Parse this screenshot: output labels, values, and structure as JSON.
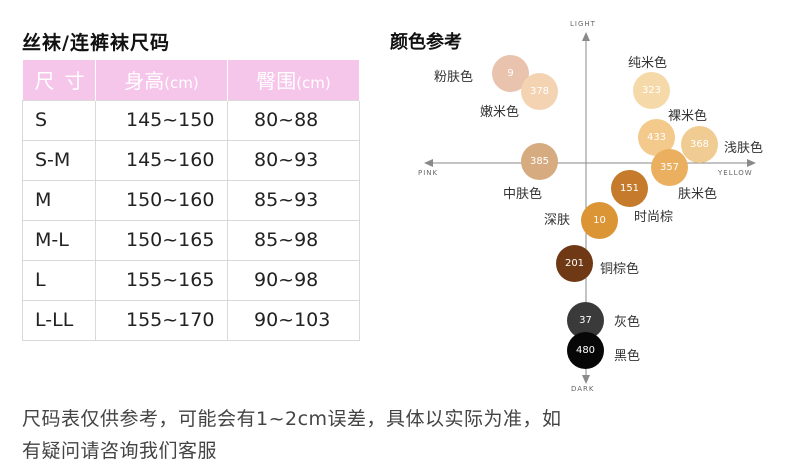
{
  "size_chart": {
    "title": "丝袜/连裤袜尺码",
    "headers": {
      "size": "尺寸",
      "height": "身高",
      "height_unit": "(cm)",
      "hip": "臀围",
      "hip_unit": "(cm)"
    },
    "rows": [
      {
        "size": "S",
        "height": "145~150",
        "hip": "80~88"
      },
      {
        "size": "S-M",
        "height": "145~160",
        "hip": "80~93"
      },
      {
        "size": "M",
        "height": "150~160",
        "hip": "85~93"
      },
      {
        "size": "M-L",
        "height": "150~165",
        "hip": "85~98"
      },
      {
        "size": "L",
        "height": "155~165",
        "hip": "90~98"
      },
      {
        "size": "L-LL",
        "height": "155~170",
        "hip": "90~103"
      }
    ],
    "header_color": "#f5c5ea"
  },
  "color_chart": {
    "title": "颜色参考",
    "axes": {
      "top": "LIGHT",
      "bottom": "DARK",
      "left": "PINK",
      "right": "YELLOW"
    },
    "shades": [
      {
        "code": "9",
        "name": "粉肤色",
        "color": "#e9c3ad"
      },
      {
        "code": "378",
        "name": "嫩米色",
        "color": "#f3d3b2"
      },
      {
        "code": "323",
        "name": "纯米色",
        "color": "#f6d9a9"
      },
      {
        "code": "433",
        "name": "裸米色",
        "color": "#f4c98c"
      },
      {
        "code": "368",
        "name": "浅肤色",
        "color": "#f1cc92"
      },
      {
        "code": "385",
        "name": "中肤色",
        "color": "#d6ab7f"
      },
      {
        "code": "357",
        "name": "肤米色",
        "color": "#eab060"
      },
      {
        "code": "151",
        "name": "时尚棕",
        "color": "#c57b2b"
      },
      {
        "code": "10",
        "name": "深肤",
        "color": "#dc9535"
      },
      {
        "code": "201",
        "name": "铜棕色",
        "color": "#6e3914"
      },
      {
        "code": "37",
        "name": "灰色",
        "color": "#3a3a3a"
      },
      {
        "code": "480",
        "name": "黑色",
        "color": "#070707"
      }
    ]
  },
  "note": {
    "line1": "尺码表仅供参考，可能会有1~2cm误差，具体以实际为准，如",
    "line2": "有疑问请咨询我们客服"
  }
}
